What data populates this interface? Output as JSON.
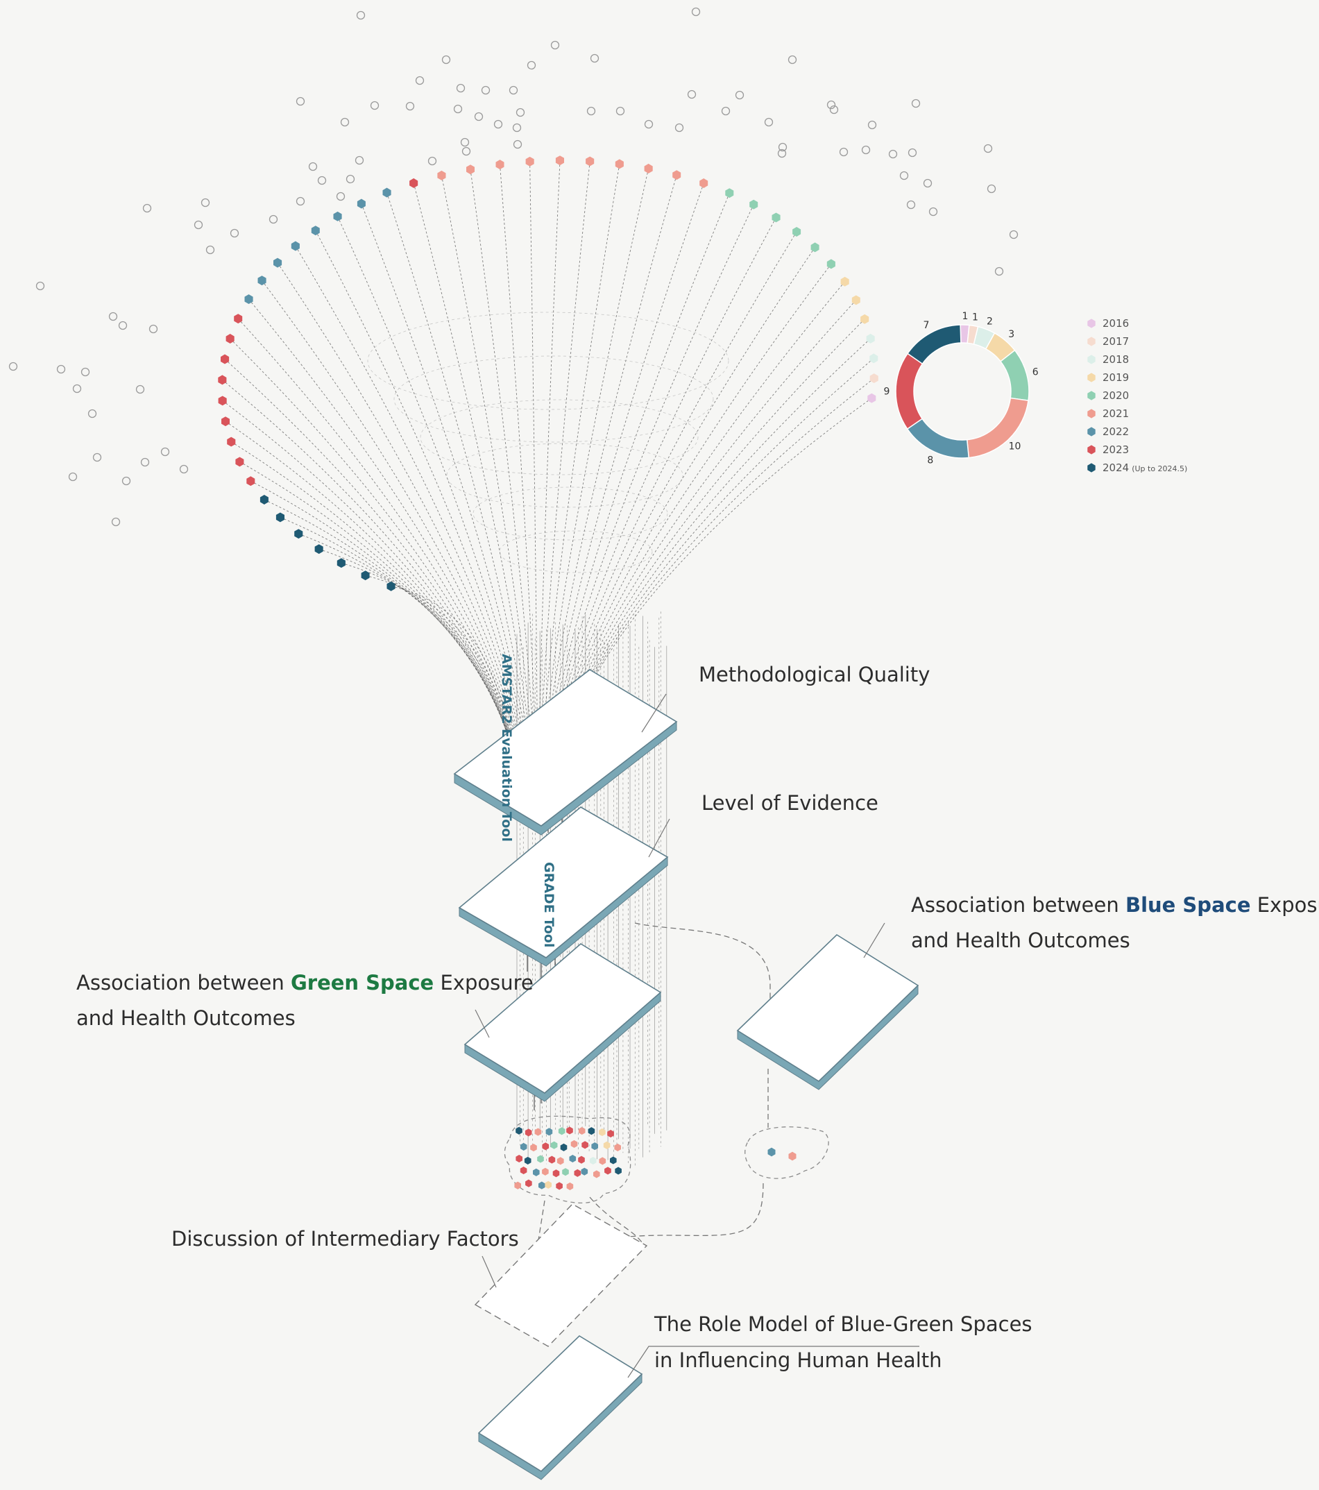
{
  "labels": {
    "methodological_quality": "Methodological Quality",
    "level_of_evidence": "Level of Evidence",
    "blue_assoc_prefix": "Association between ",
    "blue_assoc_highlight": "Blue Space",
    "blue_assoc_suffix": " Exposure",
    "blue_assoc_line2": "and Health Outcomes",
    "green_assoc_prefix": "Association between ",
    "green_assoc_highlight": "Green Space",
    "green_assoc_suffix": " Exposure",
    "green_assoc_line2": "and Health Outcomes",
    "intermediary": "Discussion of Intermediary Factors",
    "role_model_line1": "The Role Model of Blue-Green Spaces",
    "role_model_line2": "in Influencing Human Health",
    "amstar_tool": "AMSTAR2 Evaluation Tool",
    "grade_tool": "GRADE Tool"
  },
  "colors": {
    "2016": "#e8c6e6",
    "2017": "#f6dccf",
    "2018": "#dcefe9",
    "2019": "#f5d9a8",
    "2020": "#8fd0b2",
    "2021": "#ef9c8f",
    "2022": "#5b93a9",
    "2023": "#d9545a",
    "2024": "#1f5a73",
    "outline": "#9a9a9a",
    "plane_edge": "#7aa7b5"
  },
  "chart_data": {
    "type": "donut",
    "categories": [
      "2016",
      "2017",
      "2018",
      "2019",
      "2020",
      "2021",
      "2022",
      "2023",
      "2024"
    ],
    "values": [
      1,
      1,
      2,
      3,
      6,
      10,
      8,
      9,
      7
    ],
    "legend": [
      {
        "label": "2016",
        "color_key": "2016"
      },
      {
        "label": "2017",
        "color_key": "2017"
      },
      {
        "label": "2018",
        "color_key": "2018"
      },
      {
        "label": "2019",
        "color_key": "2019"
      },
      {
        "label": "2020",
        "color_key": "2020"
      },
      {
        "label": "2021",
        "color_key": "2021"
      },
      {
        "label": "2022",
        "color_key": "2022"
      },
      {
        "label": "2023",
        "color_key": "2023"
      },
      {
        "label": "2024",
        "color_key": "2024",
        "note": "(Up to 2024.5)"
      }
    ],
    "legend_position": "right"
  },
  "arc_dot_years": [
    "2024",
    "2024",
    "2024",
    "2024",
    "2024",
    "2024",
    "2024",
    "2023",
    "2023",
    "2023",
    "2023",
    "2023",
    "2023",
    "2023",
    "2023",
    "2023",
    "2022",
    "2022",
    "2022",
    "2022",
    "2022",
    "2022",
    "2022",
    "2022",
    "2023",
    "2021",
    "2021",
    "2021",
    "2021",
    "2021",
    "2021",
    "2021",
    "2021",
    "2021",
    "2021",
    "2020",
    "2020",
    "2020",
    "2020",
    "2020",
    "2020",
    "2019",
    "2019",
    "2019",
    "2018",
    "2018",
    "2017",
    "2016"
  ],
  "cluster_dot_years": [
    "2024",
    "2023",
    "2021",
    "2022",
    "2020",
    "2023",
    "2021",
    "2024",
    "2019",
    "2023",
    "2022",
    "2021",
    "2023",
    "2020",
    "2024",
    "2021",
    "2023",
    "2022",
    "2019",
    "2021",
    "2023",
    "2024",
    "2020",
    "2023",
    "2021",
    "2022",
    "2023",
    "2018",
    "2021",
    "2024",
    "2023",
    "2022",
    "2021",
    "2023",
    "2020",
    "2023",
    "2022",
    "2021",
    "2023",
    "2024",
    "2021",
    "2023",
    "2022",
    "2019",
    "2023",
    "2021"
  ],
  "small_cluster_dot_years": [
    "2022",
    "2021"
  ]
}
